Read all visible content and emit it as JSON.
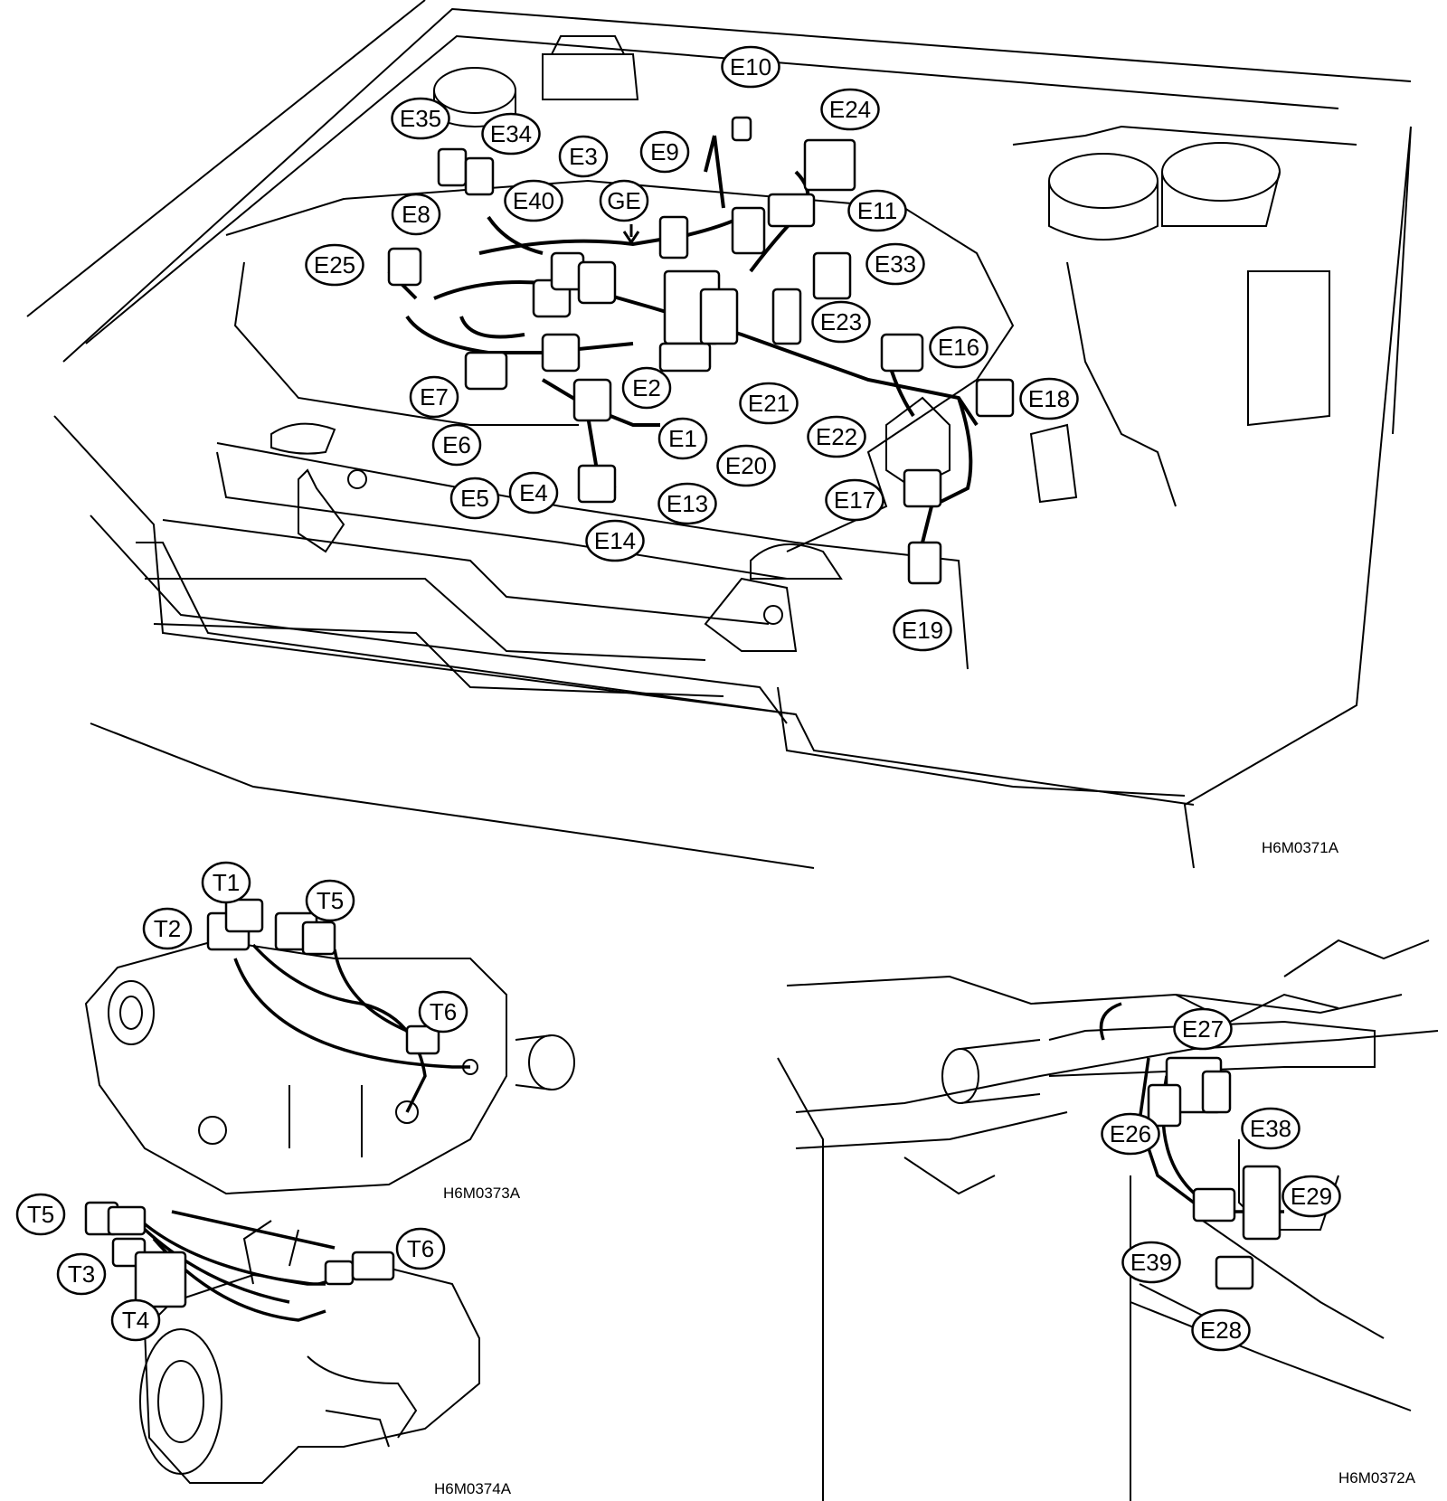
{
  "figure_codes": {
    "engine": "H6M0371A",
    "transmission_upper": "H6M0373A",
    "transmission_lower": "H6M0374A",
    "interior": "H6M0372A"
  },
  "engine_labels": [
    "E10",
    "E24",
    "E35",
    "E34",
    "E3",
    "E9",
    "E11",
    "E40",
    "GE",
    "E8",
    "E33",
    "E25",
    "E23",
    "E16",
    "E18",
    "E7",
    "E2",
    "E21",
    "E22",
    "E6",
    "E1",
    "E20",
    "E5",
    "E4",
    "E13",
    "E17",
    "E14",
    "E19"
  ],
  "transmission_upper_labels": [
    "T1",
    "T5",
    "T2",
    "T6"
  ],
  "transmission_lower_labels": [
    "T5",
    "T6",
    "T3",
    "T4"
  ],
  "interior_labels": [
    "E27",
    "E26",
    "E38",
    "E29",
    "E39",
    "E28"
  ],
  "colors": {
    "ink": "#000000",
    "paper": "#ffffff"
  }
}
